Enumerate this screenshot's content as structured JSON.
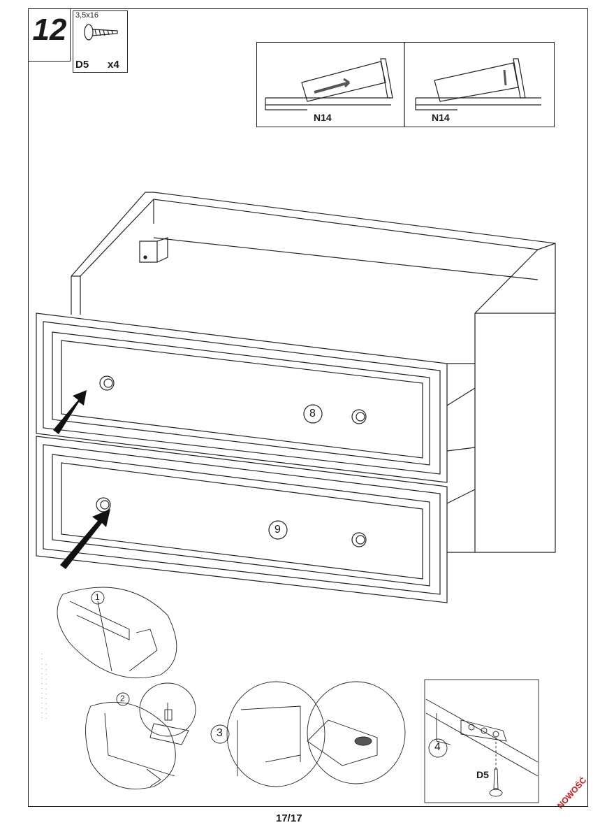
{
  "step": {
    "number": "12"
  },
  "hardware": {
    "size": "3,5x16",
    "code": "D5",
    "quantity": "x4",
    "icon": "screw-icon"
  },
  "inset": {
    "left_label": "N14",
    "right_label": "N14"
  },
  "parts": {
    "upper_drawer": "8",
    "lower_drawer": "9"
  },
  "details": [
    {
      "number": "1"
    },
    {
      "number": "2"
    },
    {
      "number": "3"
    },
    {
      "number": "4",
      "screw_label": "D5"
    }
  ],
  "footer": {
    "page": "17/17",
    "badge": "NOWOŚĆ",
    "badge_color": "#d9161c"
  }
}
